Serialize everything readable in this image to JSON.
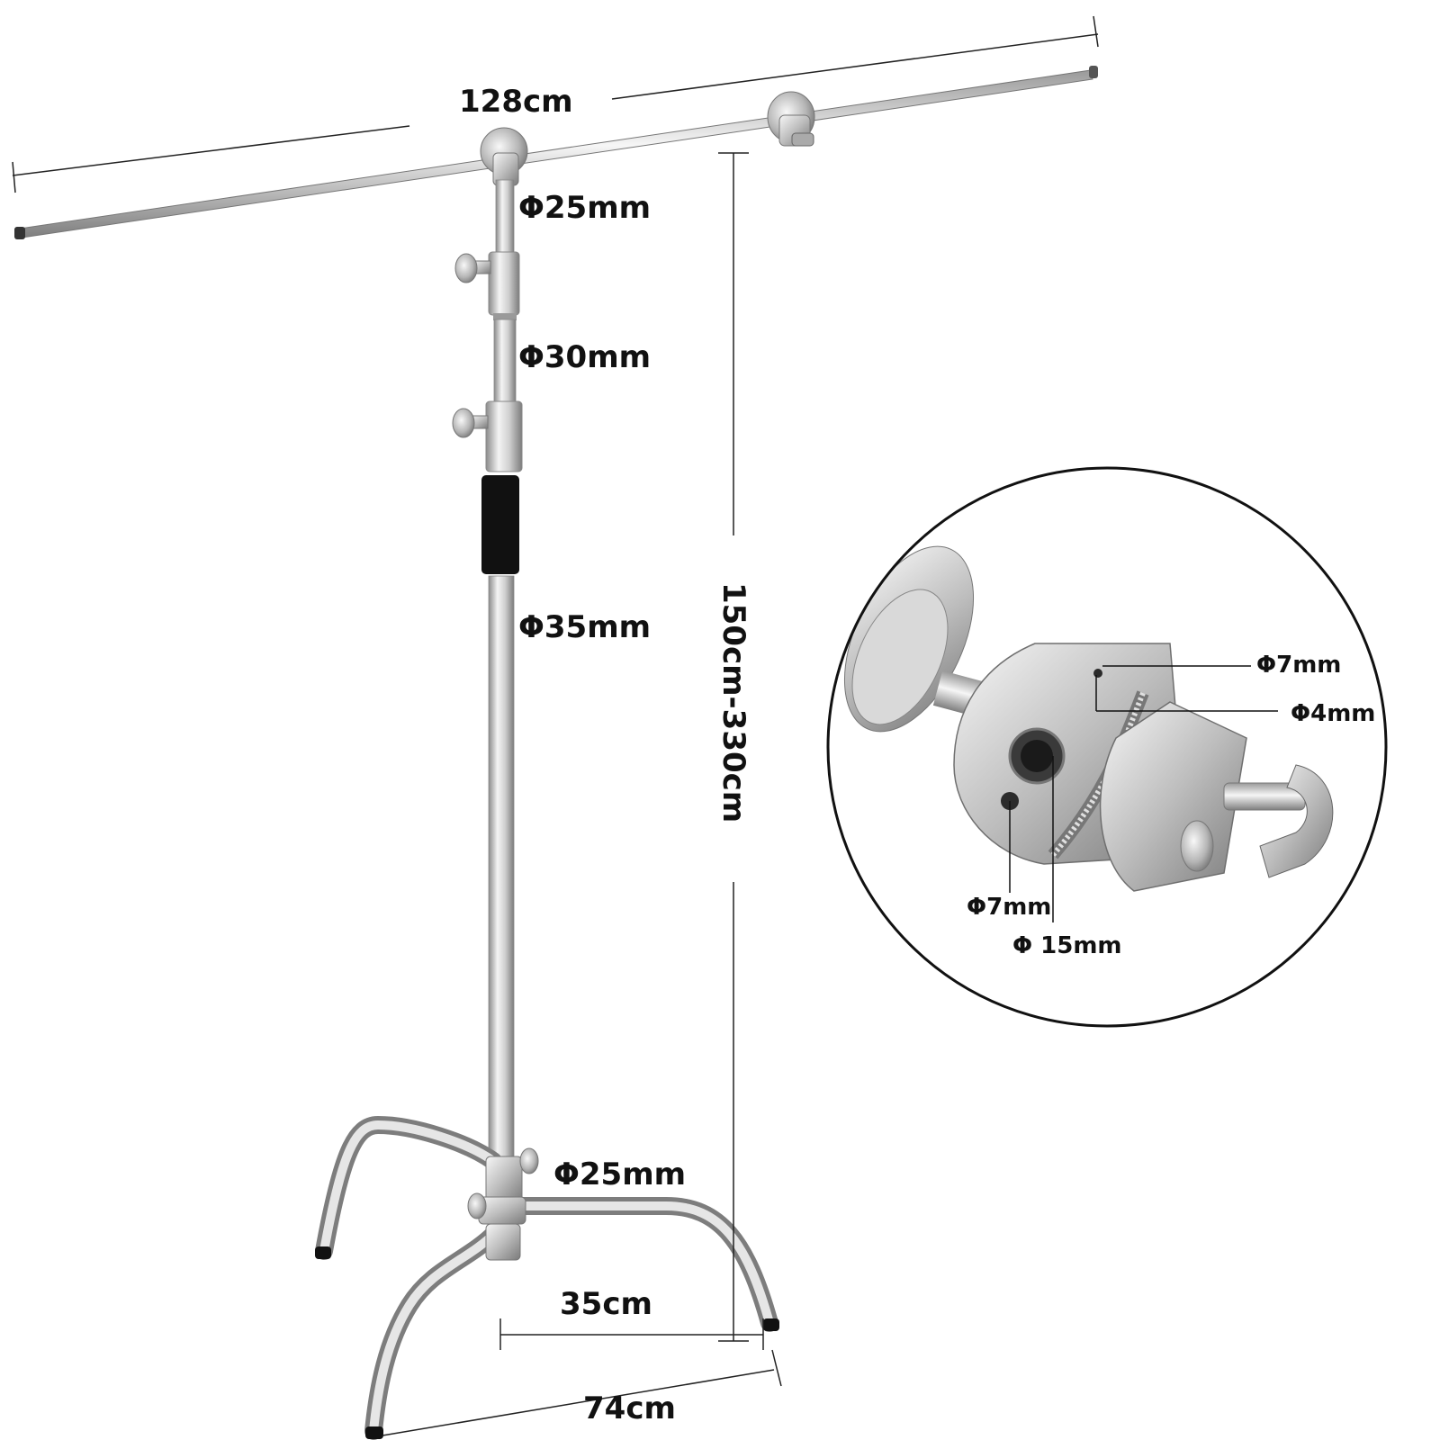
{
  "dimensions": {
    "arm_length": "128cm",
    "stand_height": "150cm-330cm",
    "tube_top": "Φ25mm",
    "tube_middle": "Φ30mm",
    "tube_bottom": "Φ35mm",
    "leg_tube": "Φ25mm",
    "leg_reach": "35cm",
    "footprint": "74cm"
  },
  "grip_head": {
    "hole_top": "Φ7mm",
    "hole_small": "Φ4mm",
    "hole_left": "Φ7mm",
    "hole_center": "Φ 15mm"
  },
  "colors": {
    "steel_light": "#f2f2f2",
    "steel_mid": "#c8c8c8",
    "steel_dark": "#8a8a8a",
    "grip_black": "#111111",
    "line": "#222222"
  }
}
